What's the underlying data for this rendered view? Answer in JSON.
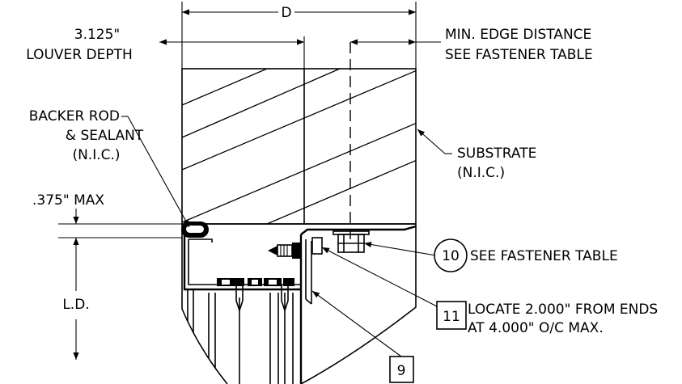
{
  "dimensions": {
    "width_label": "D",
    "louver_depth_value": "3.125\"",
    "louver_depth_label": "LOUVER DEPTH",
    "min_edge_line1": "MIN. EDGE DISTANCE",
    "min_edge_line2": "SEE FASTENER TABLE",
    "gap_max": ".375\" MAX",
    "ld": "L.D."
  },
  "labels": {
    "backer_rod_line1": "BACKER ROD",
    "backer_rod_line2": "& SEALANT",
    "backer_rod_line3": "(N.I.C.)",
    "substrate_line1": "SUBSTRATE",
    "substrate_line2": "(N.I.C.)"
  },
  "callouts": {
    "c10": {
      "number": "10",
      "text": "SEE FASTENER TABLE"
    },
    "c11": {
      "number": "11",
      "line1": "LOCATE 2.000\" FROM ENDS",
      "line2": "AT 4.000\" O/C MAX."
    },
    "c9": {
      "number": "9"
    }
  }
}
